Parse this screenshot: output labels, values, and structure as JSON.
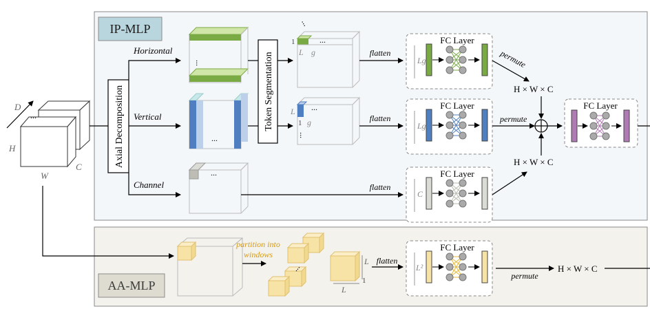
{
  "panels": {
    "ip_mlp": "IP-MLP",
    "aa_mlp": "AA-MLP"
  },
  "input": {
    "d": "D",
    "h": "H",
    "w": "W",
    "c": "C"
  },
  "blocks": {
    "axial": "Axial Decomposition",
    "token_seg": "Token Segmentation"
  },
  "branches": {
    "horizontal": "Horizontal",
    "vertical": "Vertical",
    "channel": "Channel"
  },
  "tokens": {
    "one": "1",
    "l": "L",
    "g": "g"
  },
  "ops": {
    "flatten": "flatten",
    "permute": "permute",
    "partition_line1": "partition into",
    "partition_line2": "windows",
    "hwc": "H × W × C",
    "dots": "...",
    "plus": "+"
  },
  "fc": {
    "title": "FC Layer",
    "in_lg": "Lg",
    "in_c": "C",
    "in_l2": "L²"
  },
  "colors": {
    "green": "#7aaa44",
    "green_light": "#cfe6a8",
    "blue": "#4f7fc0",
    "blue_light": "#bcd0ea",
    "teal_light": "#c8e7ea",
    "gray": "#9c9c9c",
    "gray_light": "#dcdcd6",
    "purple": "#b07ab4",
    "yellow": "#f8e3a6",
    "yellow_dark": "#e0c070",
    "orange_text": "#d39a1c",
    "panel_blue_bg": "#f4f7f9",
    "panel_beige_bg": "#f4f2ec",
    "tag_blue": "#b9d6df",
    "tag_beige": "#dedcd0"
  }
}
